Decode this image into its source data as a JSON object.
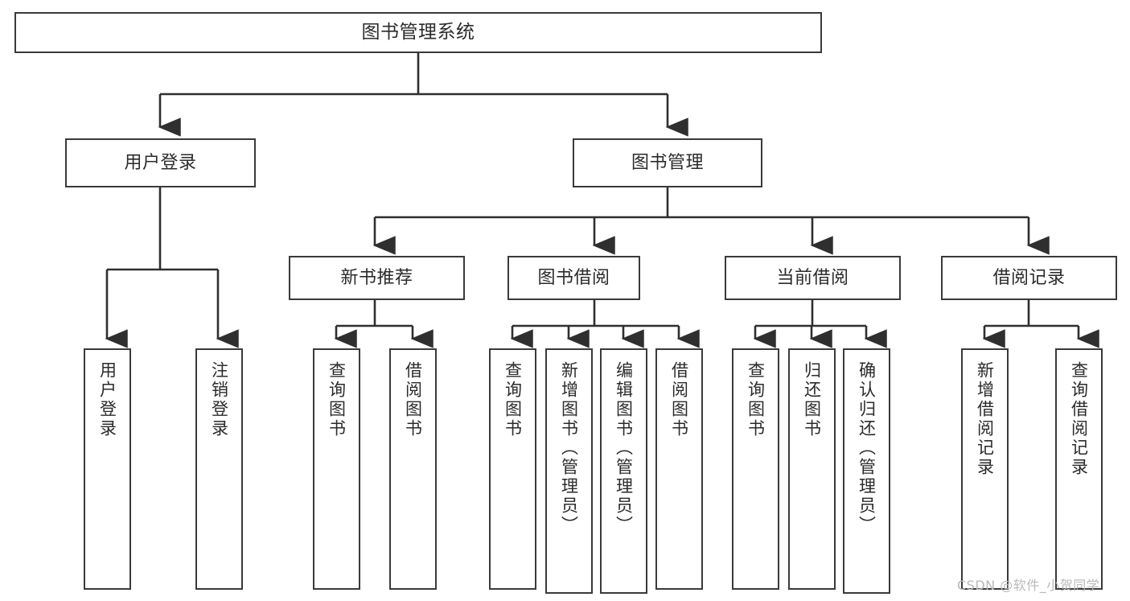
{
  "diagram": {
    "title": "图书管理系统",
    "type": "function-structure-tree",
    "colors": {
      "background": "#ffffff",
      "box_border": "#3a3a3a",
      "connector": "#2f2f2f",
      "text": "#2b2b2b",
      "watermark": "#b9b9b9"
    },
    "watermark": "CSDN @软件_小贺同学"
  },
  "nodes": {
    "root": {
      "label": "图书管理系统",
      "level": 1
    },
    "level2": [
      {
        "id": "user-login",
        "label": "用户登录"
      },
      {
        "id": "book-manage",
        "label": "图书管理"
      }
    ],
    "level3": [
      {
        "id": "new-book-recommend",
        "label": "新书推荐",
        "parent": "book-manage"
      },
      {
        "id": "book-borrow",
        "label": "图书借阅",
        "parent": "book-manage"
      },
      {
        "id": "current-borrow",
        "label": "当前借阅",
        "parent": "book-manage"
      },
      {
        "id": "borrow-record",
        "label": "借阅记录",
        "parent": "book-manage"
      }
    ],
    "leaves": [
      {
        "id": "leaf-user-login",
        "label": "用户登录",
        "parent": "user-login"
      },
      {
        "id": "leaf-logout-login",
        "label": "注销登录",
        "parent": "user-login"
      },
      {
        "id": "leaf-query-book-1",
        "label": "查询图书",
        "parent": "new-book-recommend"
      },
      {
        "id": "leaf-borrow-book-1",
        "label": "借阅图书",
        "parent": "new-book-recommend"
      },
      {
        "id": "leaf-query-book-2",
        "label": "查询图书",
        "parent": "book-borrow"
      },
      {
        "id": "leaf-add-book",
        "label": "新增图书（管理员）",
        "parent": "book-borrow"
      },
      {
        "id": "leaf-edit-book",
        "label": "编辑图书（管理员）",
        "parent": "book-borrow"
      },
      {
        "id": "leaf-borrow-book-2",
        "label": "借阅图书",
        "parent": "book-borrow"
      },
      {
        "id": "leaf-query-book-3",
        "label": "查询图书",
        "parent": "current-borrow"
      },
      {
        "id": "leaf-return-book",
        "label": "归还图书",
        "parent": "current-borrow"
      },
      {
        "id": "leaf-confirm-return",
        "label": "确认归还（管理员）",
        "parent": "current-borrow"
      },
      {
        "id": "leaf-add-record",
        "label": "新增借阅记录",
        "parent": "borrow-record"
      },
      {
        "id": "leaf-query-record",
        "label": "查询借阅记录",
        "parent": "borrow-record"
      }
    ]
  }
}
